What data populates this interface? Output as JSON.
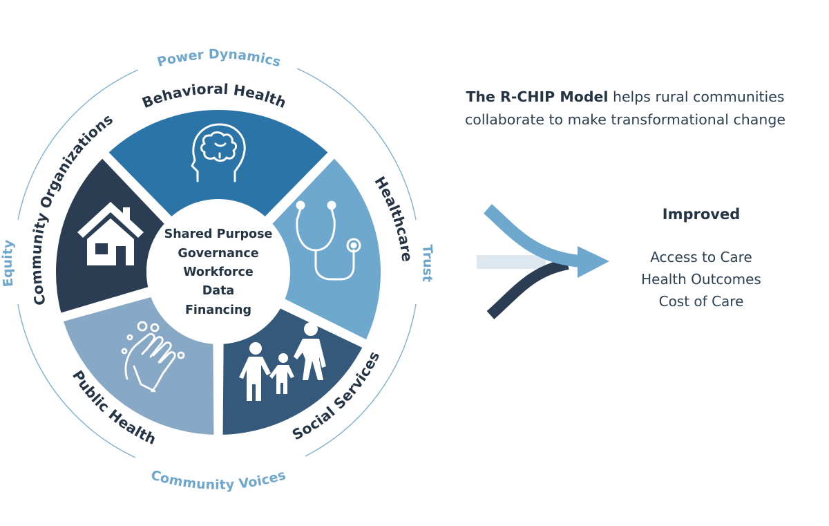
{
  "ring_labels": {
    "top": "Power Dynamics",
    "right": "Trust",
    "bottom": "Community Voices",
    "left": "Equity"
  },
  "segments": [
    {
      "label": "Behavioral Health",
      "icon": "brain-head-icon",
      "color": "#2a74a8"
    },
    {
      "label": "Healthcare",
      "icon": "stethoscope-icon",
      "color": "#6ea8cf"
    },
    {
      "label": "Social Services",
      "icon": "family-icon",
      "color": "#34597a"
    },
    {
      "label": "Public Health",
      "icon": "handwashing-icon",
      "color": "#87a9c6"
    },
    {
      "label": "Community Organizations",
      "icon": "house-icon",
      "color": "#2b3d53"
    }
  ],
  "hub": {
    "items": [
      "Shared Purpose",
      "Governance",
      "Workforce",
      "Data",
      "Financing"
    ]
  },
  "headline": {
    "bold": "The R-CHIP Model",
    "rest_line1": " helps rural communities",
    "line2": "collaborate to make transformational change"
  },
  "outcomes": {
    "title": "Improved",
    "items": [
      "Access to Care",
      "Health Outcomes",
      "Cost of Care"
    ]
  },
  "arrow_colors": {
    "top": "#6ea8cf",
    "middle": "#dde7ef",
    "bottom": "#2b3d53"
  }
}
